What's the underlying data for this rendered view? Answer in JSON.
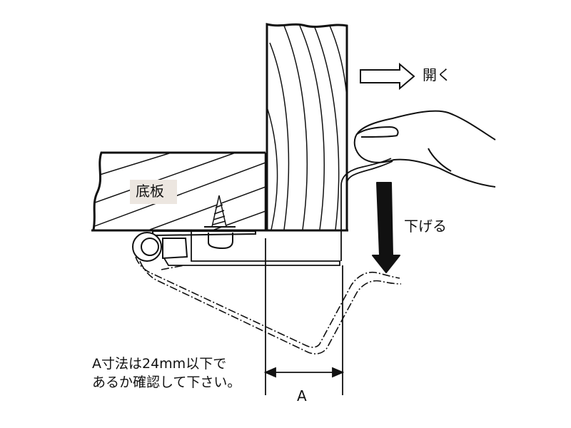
{
  "labels": {
    "open": "開く",
    "lower": "下げる",
    "bottom_board": "底板",
    "dimension": "A"
  },
  "note": {
    "line1": "A寸法は24mm以下で",
    "line2": "あるか確認して下さい。"
  },
  "colors": {
    "line": "#111111",
    "label_bg": "#ece6e0"
  },
  "icons": {
    "open_arrow": "hollow-right-arrow",
    "lower_arrow": "solid-down-arrow",
    "finger": "finger",
    "screw": "screw",
    "hinge": "hinge-knuckle"
  }
}
